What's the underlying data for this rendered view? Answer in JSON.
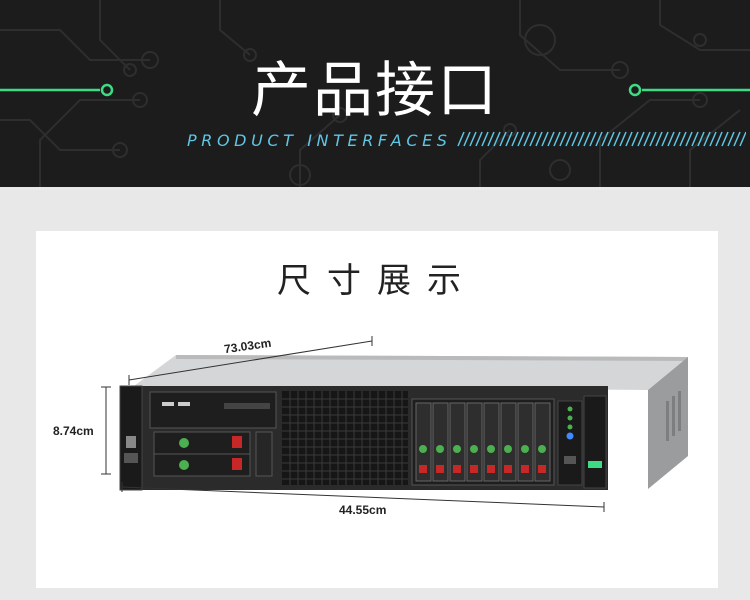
{
  "banner": {
    "title": "产品接口",
    "subtitle": "PRODUCT INTERFACES",
    "accent_color": "#3ddc84",
    "subtitle_color": "#5fc6e6"
  },
  "card": {
    "title": "尺寸展示",
    "dimensions": {
      "depth": "73.03cm",
      "height": "8.74cm",
      "width": "44.55cm"
    }
  }
}
